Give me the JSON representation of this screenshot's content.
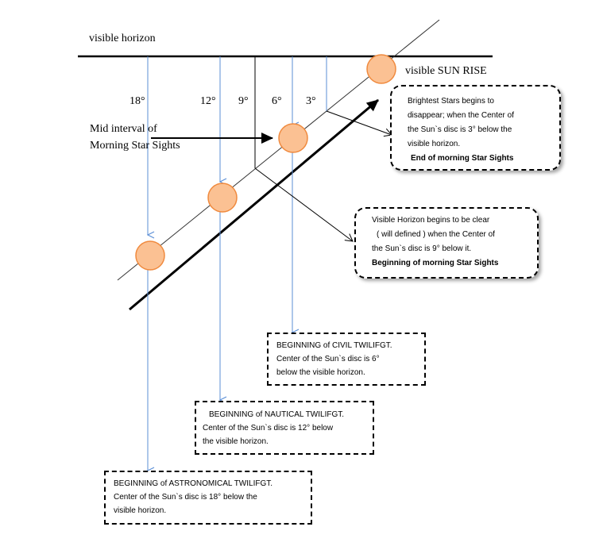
{
  "labels": {
    "visible_horizon": "visible horizon",
    "visible_sunrise": "visible SUN RISE",
    "mid_interval_1": "Mid interval of",
    "mid_interval_2": "Morning Star Sights",
    "deg_18": "18°",
    "deg_12": "12°",
    "deg_9": "9°",
    "deg_6": "6°",
    "deg_3": "3°"
  },
  "boxes": {
    "end_morning": {
      "line1": "Brightest Stars begins to",
      "line2": "disappear; when the Center of",
      "line3": "the Sun`s disc is  3° below the",
      "line4": "visible horizon.",
      "line5": "End of morning Star Sights"
    },
    "begin_morning": {
      "line1": "Visible Horizon begins to be  clear",
      "line2": "( will defined ) when the Center of",
      "line3": "the Sun`s disc is  9° below it.",
      "line4": "Beginning  of morning Star Sights"
    },
    "civil": {
      "line1": "BEGINNING   of CIVIL TWILIFGT.",
      "line2": "Center of the Sun`s disc is  6°",
      "line3": "below the visible horizon."
    },
    "nautical": {
      "line1": "BEGINNING  of NAUTICAL TWILIFGT.",
      "line2": "Center of the Sun`s disc is  12° below",
      "line3": "the visible horizon."
    },
    "astronomical": {
      "line1": "BEGINNING  of ASTRONOMICAL TWILIFGT.",
      "line2": "Center of the Sun`s disc is  18° below the",
      "line3": "visible horizon."
    }
  },
  "colors": {
    "sun_fill": "#fbc193",
    "sun_stroke": "#f08a3e",
    "guide_line": "#5b8fd6",
    "ink": "#000000"
  }
}
